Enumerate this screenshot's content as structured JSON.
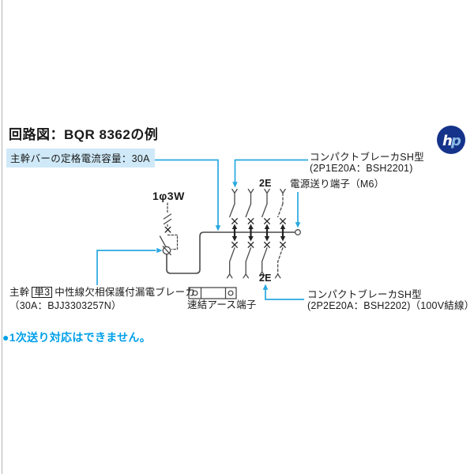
{
  "page": {
    "title": "回路図：BQR 8362の例",
    "note": "●1次送り対応はできません。"
  },
  "labels": {
    "bus_rating": "主幹バーの定格電流容量：30A",
    "breaker_top_line1": "コンパクトブレーカSH型",
    "breaker_top_line2": "(2P1E20A：BSH2201)",
    "power_terminal": "電源送り端子（M6）",
    "e2_top": "2E",
    "e2_bottom": "2E",
    "phase": "1φ3W",
    "main_breaker_prefix": "主幹",
    "main_breaker_type": "単3",
    "main_breaker_suffix": "中性線欠相保護付漏電ブレーカ",
    "main_breaker_line2": "（30A：BJJ3303257N）",
    "earth_terminal": "速結アース端子",
    "breaker_bottom_line1": "コンパクトブレーカSH型",
    "breaker_bottom_line2": "(2P2E20A：BSH2202)（100V結線）"
  },
  "logo": {
    "letter_h": "h",
    "letter_p": "p"
  },
  "colors": {
    "accent_blue": "#29a8e0",
    "note_blue": "#00a0e9",
    "label_bg": "#cfe9f8",
    "line": "#4a4a4a",
    "text": "#1a1a1a",
    "logo_navy": "#15338a",
    "logo_p": "#8ab9e4"
  }
}
